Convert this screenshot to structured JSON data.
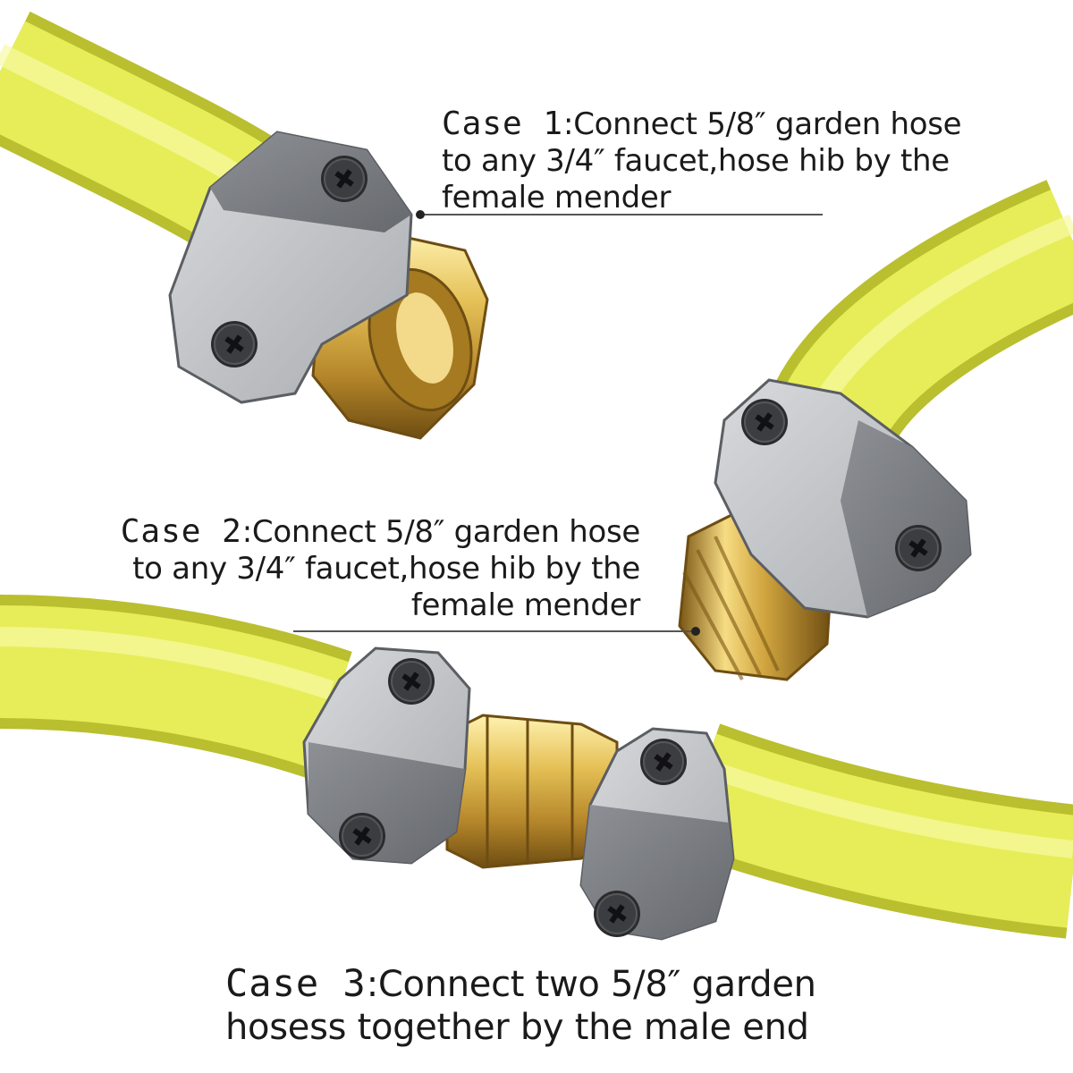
{
  "image": {
    "subject": "hose-mender-fittings",
    "colors": {
      "hose": "#e6ec55",
      "hose_shadow": "#b5bb2c",
      "clamp": "#9c9ea3",
      "clamp_dark": "#707378",
      "brass": "#d9b24a",
      "brass_dark": "#8a6318",
      "text": "#1a1a1a"
    }
  },
  "captions": {
    "case1": {
      "prefix": "Case 1",
      "lines": [
        ":Connect 5/8″ garden hose",
        "to any 3/4″ faucet,hose hib by the",
        "female mender"
      ]
    },
    "case2": {
      "prefix": "Case 2",
      "lines": [
        ":Connect 5/8″ garden hose",
        "to any 3/4″ faucet,hose hib by the",
        "female mender"
      ]
    },
    "case3": {
      "prefix": "Case 3",
      "lines": [
        ":Connect two 5/8″ garden",
        "hosess together by the male end"
      ]
    }
  }
}
